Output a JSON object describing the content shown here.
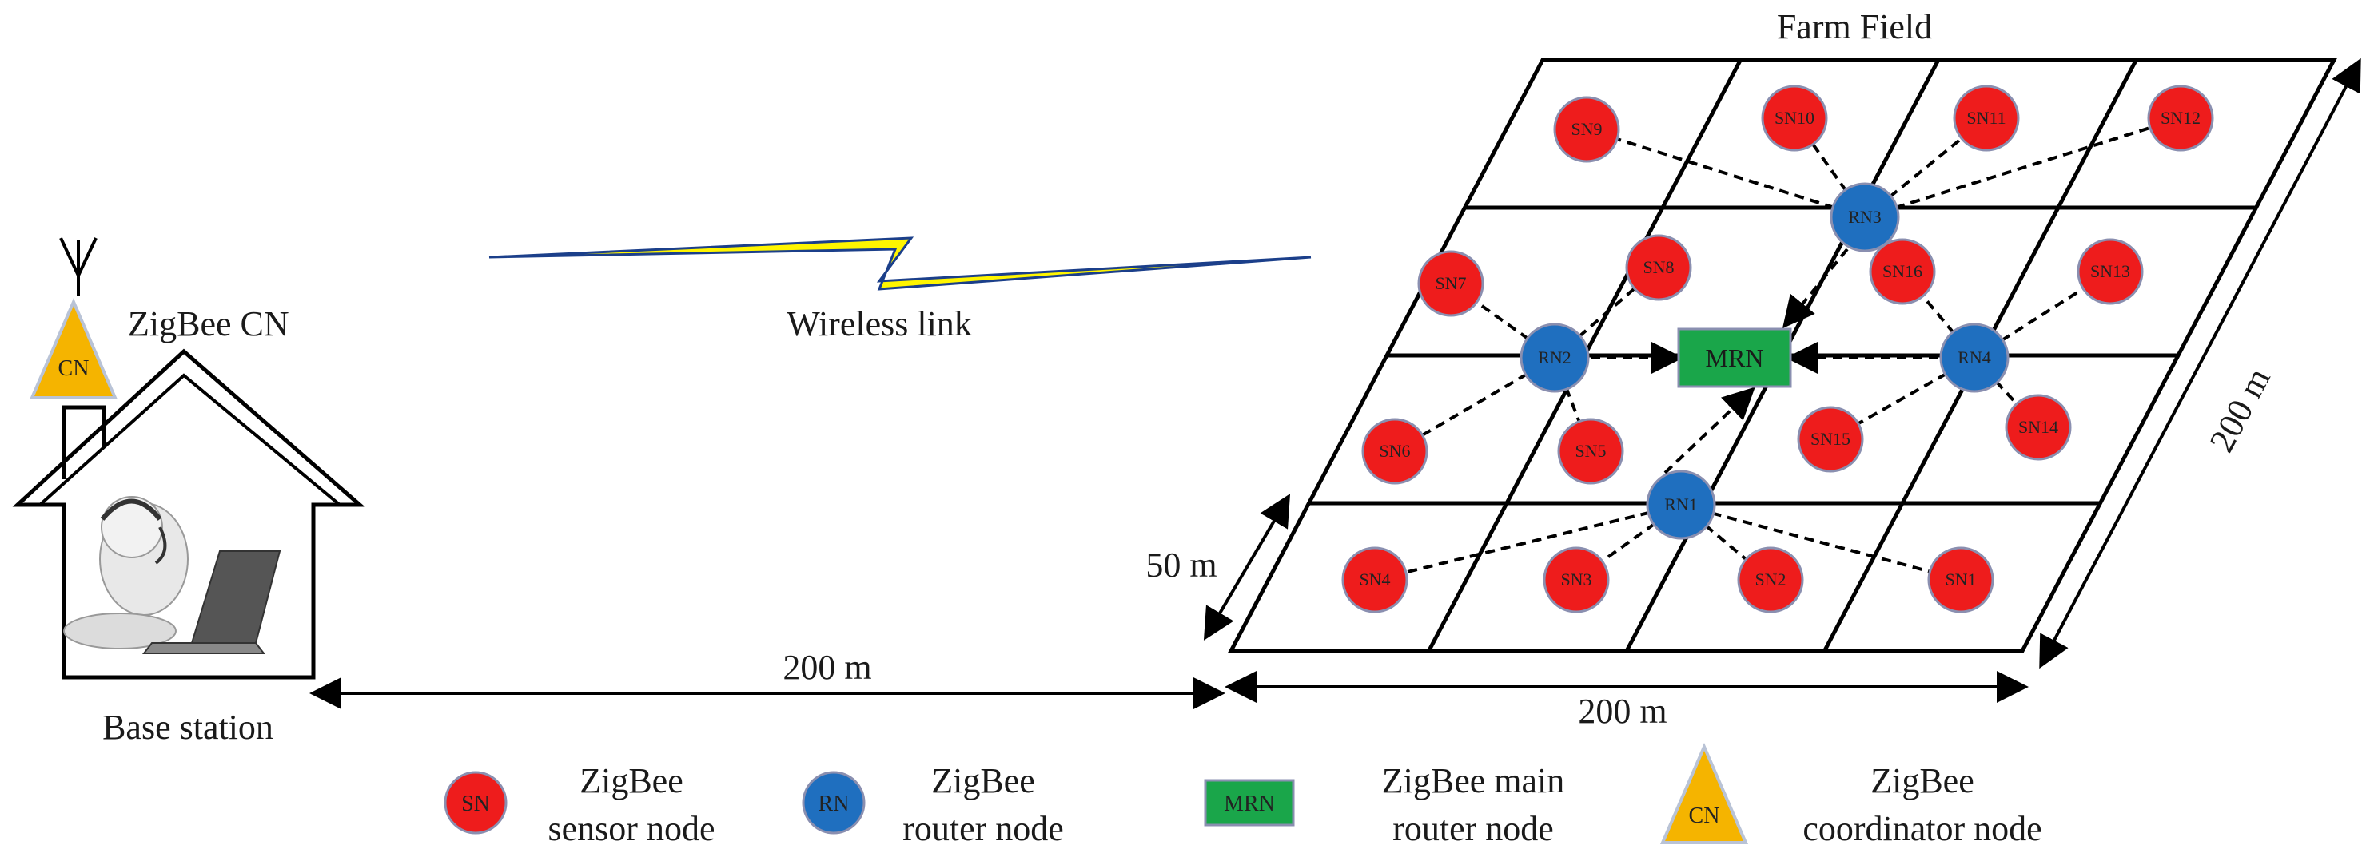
{
  "title": "Farm Field",
  "wireless_label": "Wireless link",
  "base_station": {
    "label": "Base station",
    "cn_badge": "CN",
    "cn_label": "ZigBee CN"
  },
  "dimensions": {
    "base_to_field": "200 m",
    "field_width": "200 m",
    "field_depth": "200 m",
    "cell_size": "50 m"
  },
  "nodes": {
    "mrn": "MRN",
    "routers": [
      "RN1",
      "RN2",
      "RN3",
      "RN4"
    ],
    "sensors": [
      "SN1",
      "SN2",
      "SN3",
      "SN4",
      "SN5",
      "SN6",
      "SN7",
      "SN8",
      "SN9",
      "SN10",
      "SN11",
      "SN12",
      "SN13",
      "SN14",
      "SN15",
      "SN16"
    ]
  },
  "legend": [
    {
      "badge": "SN",
      "line1": "ZigBee",
      "line2": "sensor node"
    },
    {
      "badge": "RN",
      "line1": "ZigBee",
      "line2": "router node"
    },
    {
      "badge": "MRN",
      "line1": "ZigBee main",
      "line2": "router node"
    },
    {
      "badge": "CN",
      "line1": "ZigBee",
      "line2": "coordinator node"
    }
  ],
  "colors": {
    "sensor": "#ee1c1c",
    "router": "#1f6fbf",
    "mrn": "#1aa64a",
    "coordinator": "#f5b400"
  }
}
